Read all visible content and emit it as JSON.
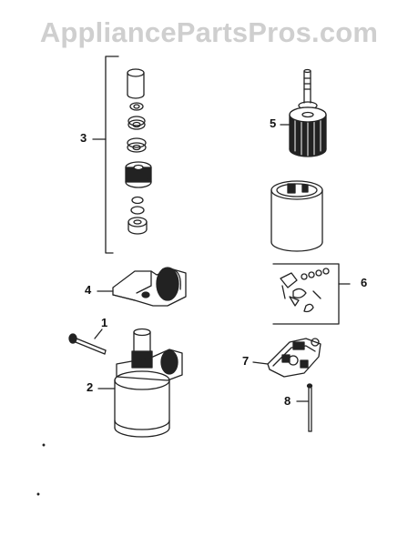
{
  "watermark": "AppliancePartsPros.com",
  "callouts": {
    "c1": "1",
    "c2": "2",
    "c3": "3",
    "c4": "4",
    "c5": "5",
    "c6": "6",
    "c7": "7",
    "c8": "8"
  },
  "colors": {
    "line": "#222222",
    "watermark": "#cfcfcf"
  }
}
